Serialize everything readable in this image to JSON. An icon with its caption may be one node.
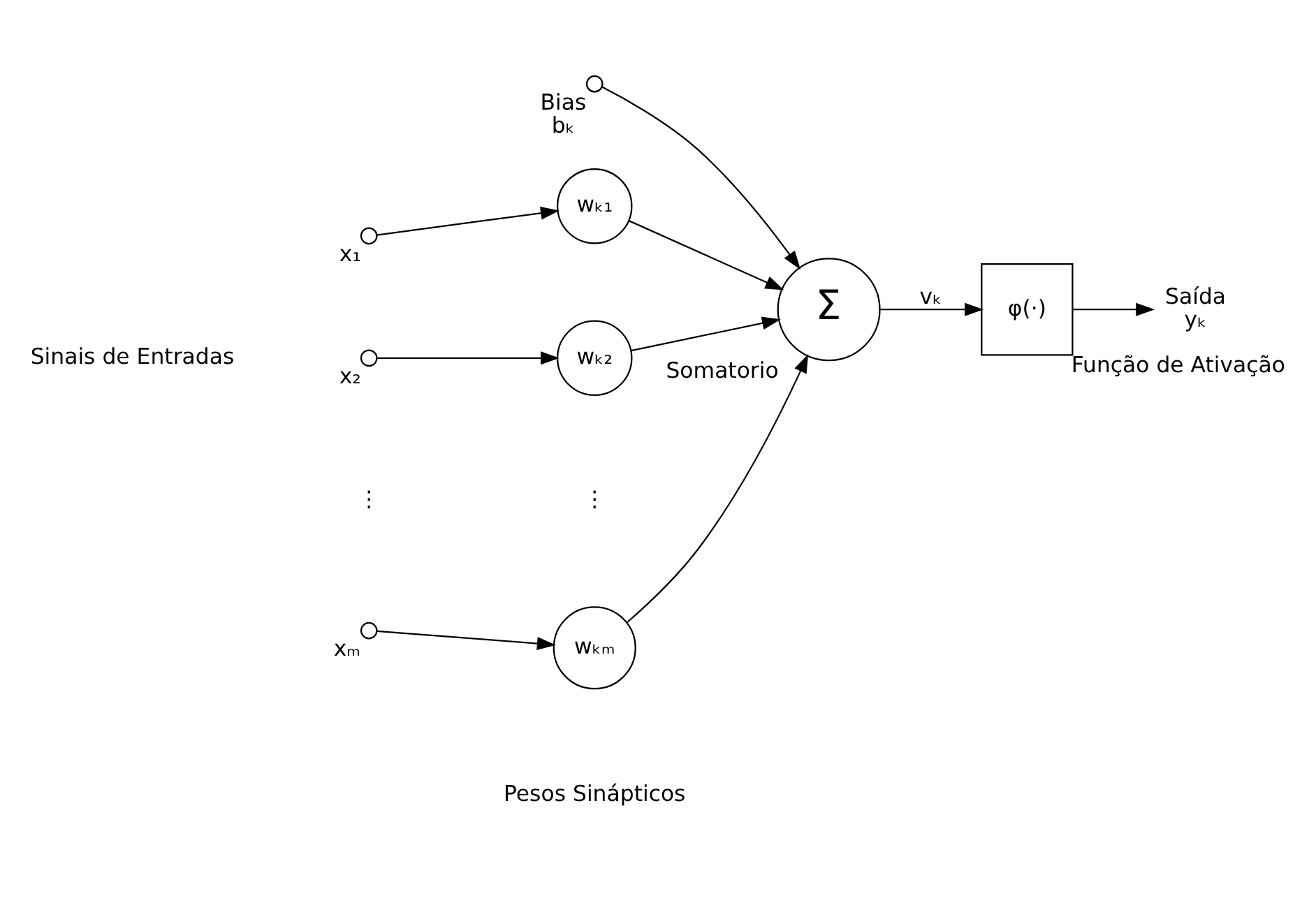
{
  "diagram": {
    "nodes": [
      {
        "text": [],
        "shape": "circle",
        "beside": [
          "x₁"
        ]
      },
      {
        "text": [
          "wₖ₁"
        ]
      },
      {
        "text": [],
        "shape": "circle",
        "beside": [
          "x₂"
        ]
      },
      {
        "text": [
          "wₖ₂"
        ]
      },
      {
        "text": [],
        "shape": "circle",
        "beside": [
          "xₘ"
        ]
      },
      {
        "text": [
          "wₖₘ"
        ]
      },
      {
        "text": [],
        "shape": "circle",
        "beside": [
          "Bias",
          "bₖ"
        ]
      },
      {
        "text": [
          "Σ"
        ],
        "beside": [
          "Somatorio"
        ]
      },
      {
        "text": [
          "φ(·)"
        ],
        "beside": [
          "Função de Ativação"
        ]
      },
      {
        "text": [
          "Saída",
          "yₖ"
        ]
      }
    ],
    "edges": [
      {
        "from": 0,
        "to": 1,
        "arrow": "to"
      },
      {
        "from": 2,
        "to": 3,
        "arrow": "to"
      },
      {
        "from": 4,
        "to": 5,
        "arrow": "to"
      },
      {
        "from": 1,
        "to": 7,
        "arrow": "to"
      },
      {
        "from": 3,
        "to": 7,
        "arrow": "to"
      },
      {
        "from": 5,
        "to": 7,
        "arrow": "to"
      },
      {
        "from": 6,
        "to": 7,
        "arrow": "to"
      },
      {
        "from": 7,
        "to": 8,
        "label": "vₖ",
        "arrow": "to"
      },
      {
        "from": 8,
        "to": 9,
        "arrow": "to"
      }
    ],
    "labels": [
      "Sinais de Entradas",
      "⋮",
      "⋮",
      "Pesos Sinápticos"
    ]
  }
}
